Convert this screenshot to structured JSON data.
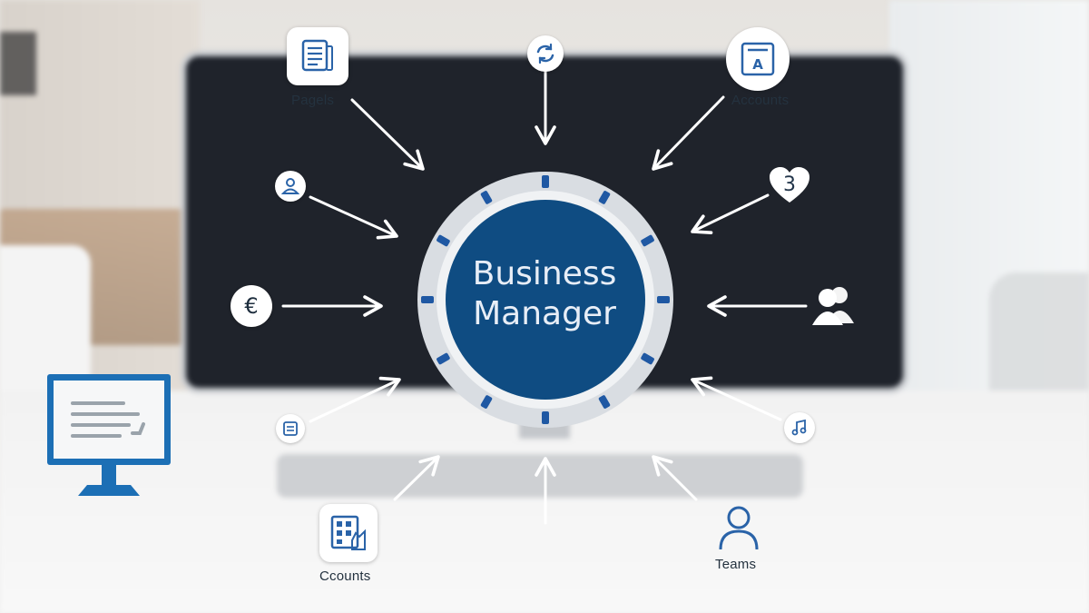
{
  "hub": {
    "line1": "Business",
    "line2": "Manager"
  },
  "nodes": {
    "pages": {
      "label": "Pagels",
      "icon": "document-icon"
    },
    "top_center": {
      "icon": "refresh-icon"
    },
    "accounts": {
      "label": "Accounts",
      "icon": "font-card-icon"
    },
    "person_left": {
      "icon": "person-icon"
    },
    "number_heart": {
      "glyph": "3",
      "icon": "heart-badge-icon"
    },
    "euro": {
      "glyph": "€",
      "icon": "euro-icon"
    },
    "people_right": {
      "icon": "people-icon"
    },
    "doc_small": {
      "icon": "small-document-icon"
    },
    "music": {
      "icon": "music-note-icon"
    },
    "ccounts": {
      "label": "Ccounts",
      "icon": "chart-grid-icon"
    },
    "teams": {
      "label": "Teams",
      "icon": "user-outline-icon"
    }
  },
  "colors": {
    "hub_fill": "#0f4c82",
    "ring": "#dfe2e6",
    "ring_tick": "#1f58a3",
    "arrow": "#ffffff",
    "icon_blue": "#2a63a8",
    "monitor_icon_blue": "#1c6fb5"
  }
}
